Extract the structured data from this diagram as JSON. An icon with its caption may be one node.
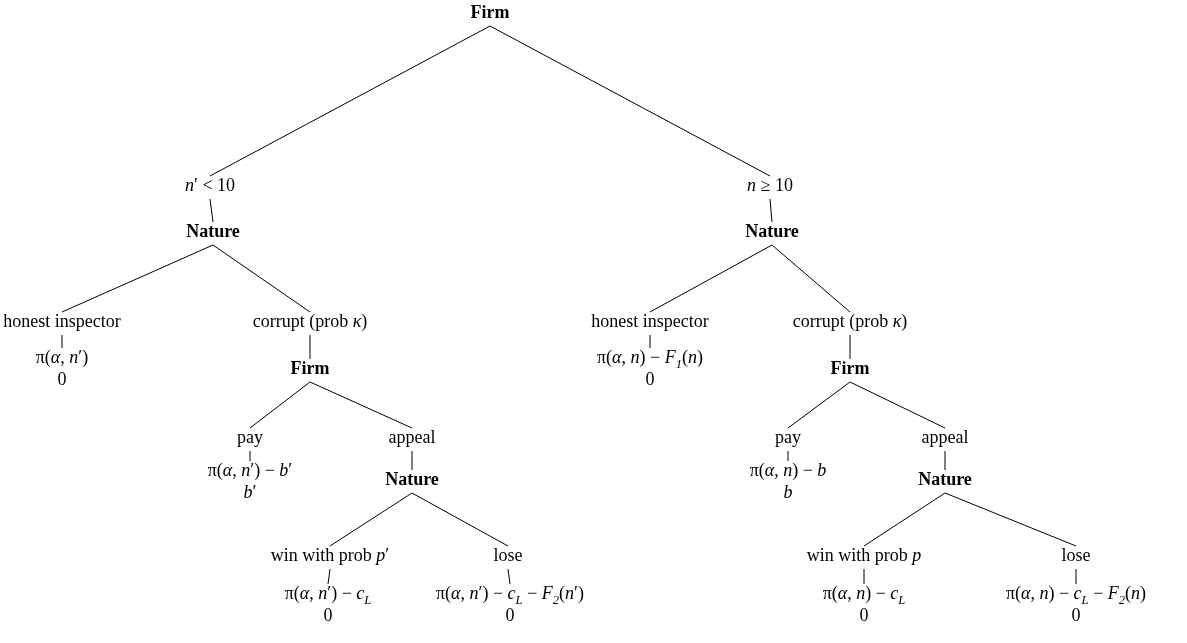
{
  "diagram": {
    "nodes": [
      {
        "text": [
          "Firm"
        ]
      },
      {
        "text": [
          "*n*′ < 10"
        ]
      },
      {
        "text": [
          "Nature"
        ]
      },
      {
        "text": [
          "*n* ≥ 10"
        ]
      },
      {
        "text": [
          "Nature"
        ]
      },
      {
        "text": [
          "honest inspector"
        ]
      },
      {
        "text": [
          "π(*α*, *n*′)",
          "0"
        ]
      },
      {
        "text": [
          "corrupt (prob *κ*)"
        ]
      },
      {
        "text": [
          "Firm"
        ]
      },
      {
        "text": [
          "pay"
        ]
      },
      {
        "text": [
          "π(*α*, *n*′) − *b*′",
          "*b*′"
        ]
      },
      {
        "text": [
          "appeal"
        ]
      },
      {
        "text": [
          "Nature"
        ]
      },
      {
        "text": [
          "win with prob *p*′"
        ]
      },
      {
        "text": [
          "π(*α*, *n*′) − *c*$_{L}$",
          "0"
        ]
      },
      {
        "text": [
          "lose"
        ]
      },
      {
        "text": [
          "π(*α*, *n*′) − *c*$_{L}$ − *F*$_{2}$(*n*′)",
          "0"
        ]
      },
      {
        "text": [
          "honest inspector"
        ]
      },
      {
        "text": [
          "π(*α*, *n*) − *F*$_{1}$(*n*)",
          "0"
        ]
      },
      {
        "text": [
          "corrupt (prob *κ*)"
        ]
      },
      {
        "text": [
          "Firm"
        ]
      },
      {
        "text": [
          "pay"
        ]
      },
      {
        "text": [
          "π(*α*, *n*) − *b*",
          "*b*"
        ]
      },
      {
        "text": [
          "appeal"
        ]
      },
      {
        "text": [
          "Nature"
        ]
      },
      {
        "text": [
          "win with prob *p*"
        ]
      },
      {
        "text": [
          "π(*α*, *n*) − *c*$_{L}$",
          "0"
        ]
      },
      {
        "text": [
          "lose"
        ]
      },
      {
        "text": [
          "π(*α*, *n*) − *c*$_{L}$ − *F*$_{2}$(*n*)",
          "0"
        ]
      }
    ],
    "edges": [
      {
        "from": 0,
        "to": 1,
        "arrow": "none"
      },
      {
        "from": 0,
        "to": 3,
        "arrow": "none"
      },
      {
        "from": 1,
        "to": 2,
        "arrow": "none"
      },
      {
        "from": 2,
        "to": 5,
        "arrow": "none"
      },
      {
        "from": 2,
        "to": 7,
        "arrow": "none"
      },
      {
        "from": 5,
        "to": 6,
        "arrow": "none"
      },
      {
        "from": 7,
        "to": 8,
        "arrow": "none"
      },
      {
        "from": 8,
        "to": 9,
        "arrow": "none"
      },
      {
        "from": 8,
        "to": 11,
        "arrow": "none"
      },
      {
        "from": 9,
        "to": 10,
        "arrow": "none"
      },
      {
        "from": 11,
        "to": 12,
        "arrow": "none"
      },
      {
        "from": 12,
        "to": 13,
        "arrow": "none"
      },
      {
        "from": 12,
        "to": 15,
        "arrow": "none"
      },
      {
        "from": 13,
        "to": 14,
        "arrow": "none"
      },
      {
        "from": 15,
        "to": 16,
        "arrow": "none"
      },
      {
        "from": 3,
        "to": 4,
        "arrow": "none"
      },
      {
        "from": 4,
        "to": 17,
        "arrow": "none"
      },
      {
        "from": 4,
        "to": 19,
        "arrow": "none"
      },
      {
        "from": 17,
        "to": 18,
        "arrow": "none"
      },
      {
        "from": 19,
        "to": 20,
        "arrow": "none"
      },
      {
        "from": 20,
        "to": 21,
        "arrow": "none"
      },
      {
        "from": 20,
        "to": 23,
        "arrow": "none"
      },
      {
        "from": 21,
        "to": 22,
        "arrow": "none"
      },
      {
        "from": 23,
        "to": 24,
        "arrow": "none"
      },
      {
        "from": 24,
        "to": 25,
        "arrow": "none"
      },
      {
        "from": 24,
        "to": 27,
        "arrow": "none"
      },
      {
        "from": 25,
        "to": 26,
        "arrow": "none"
      },
      {
        "from": 27,
        "to": 28,
        "arrow": "none"
      }
    ]
  }
}
